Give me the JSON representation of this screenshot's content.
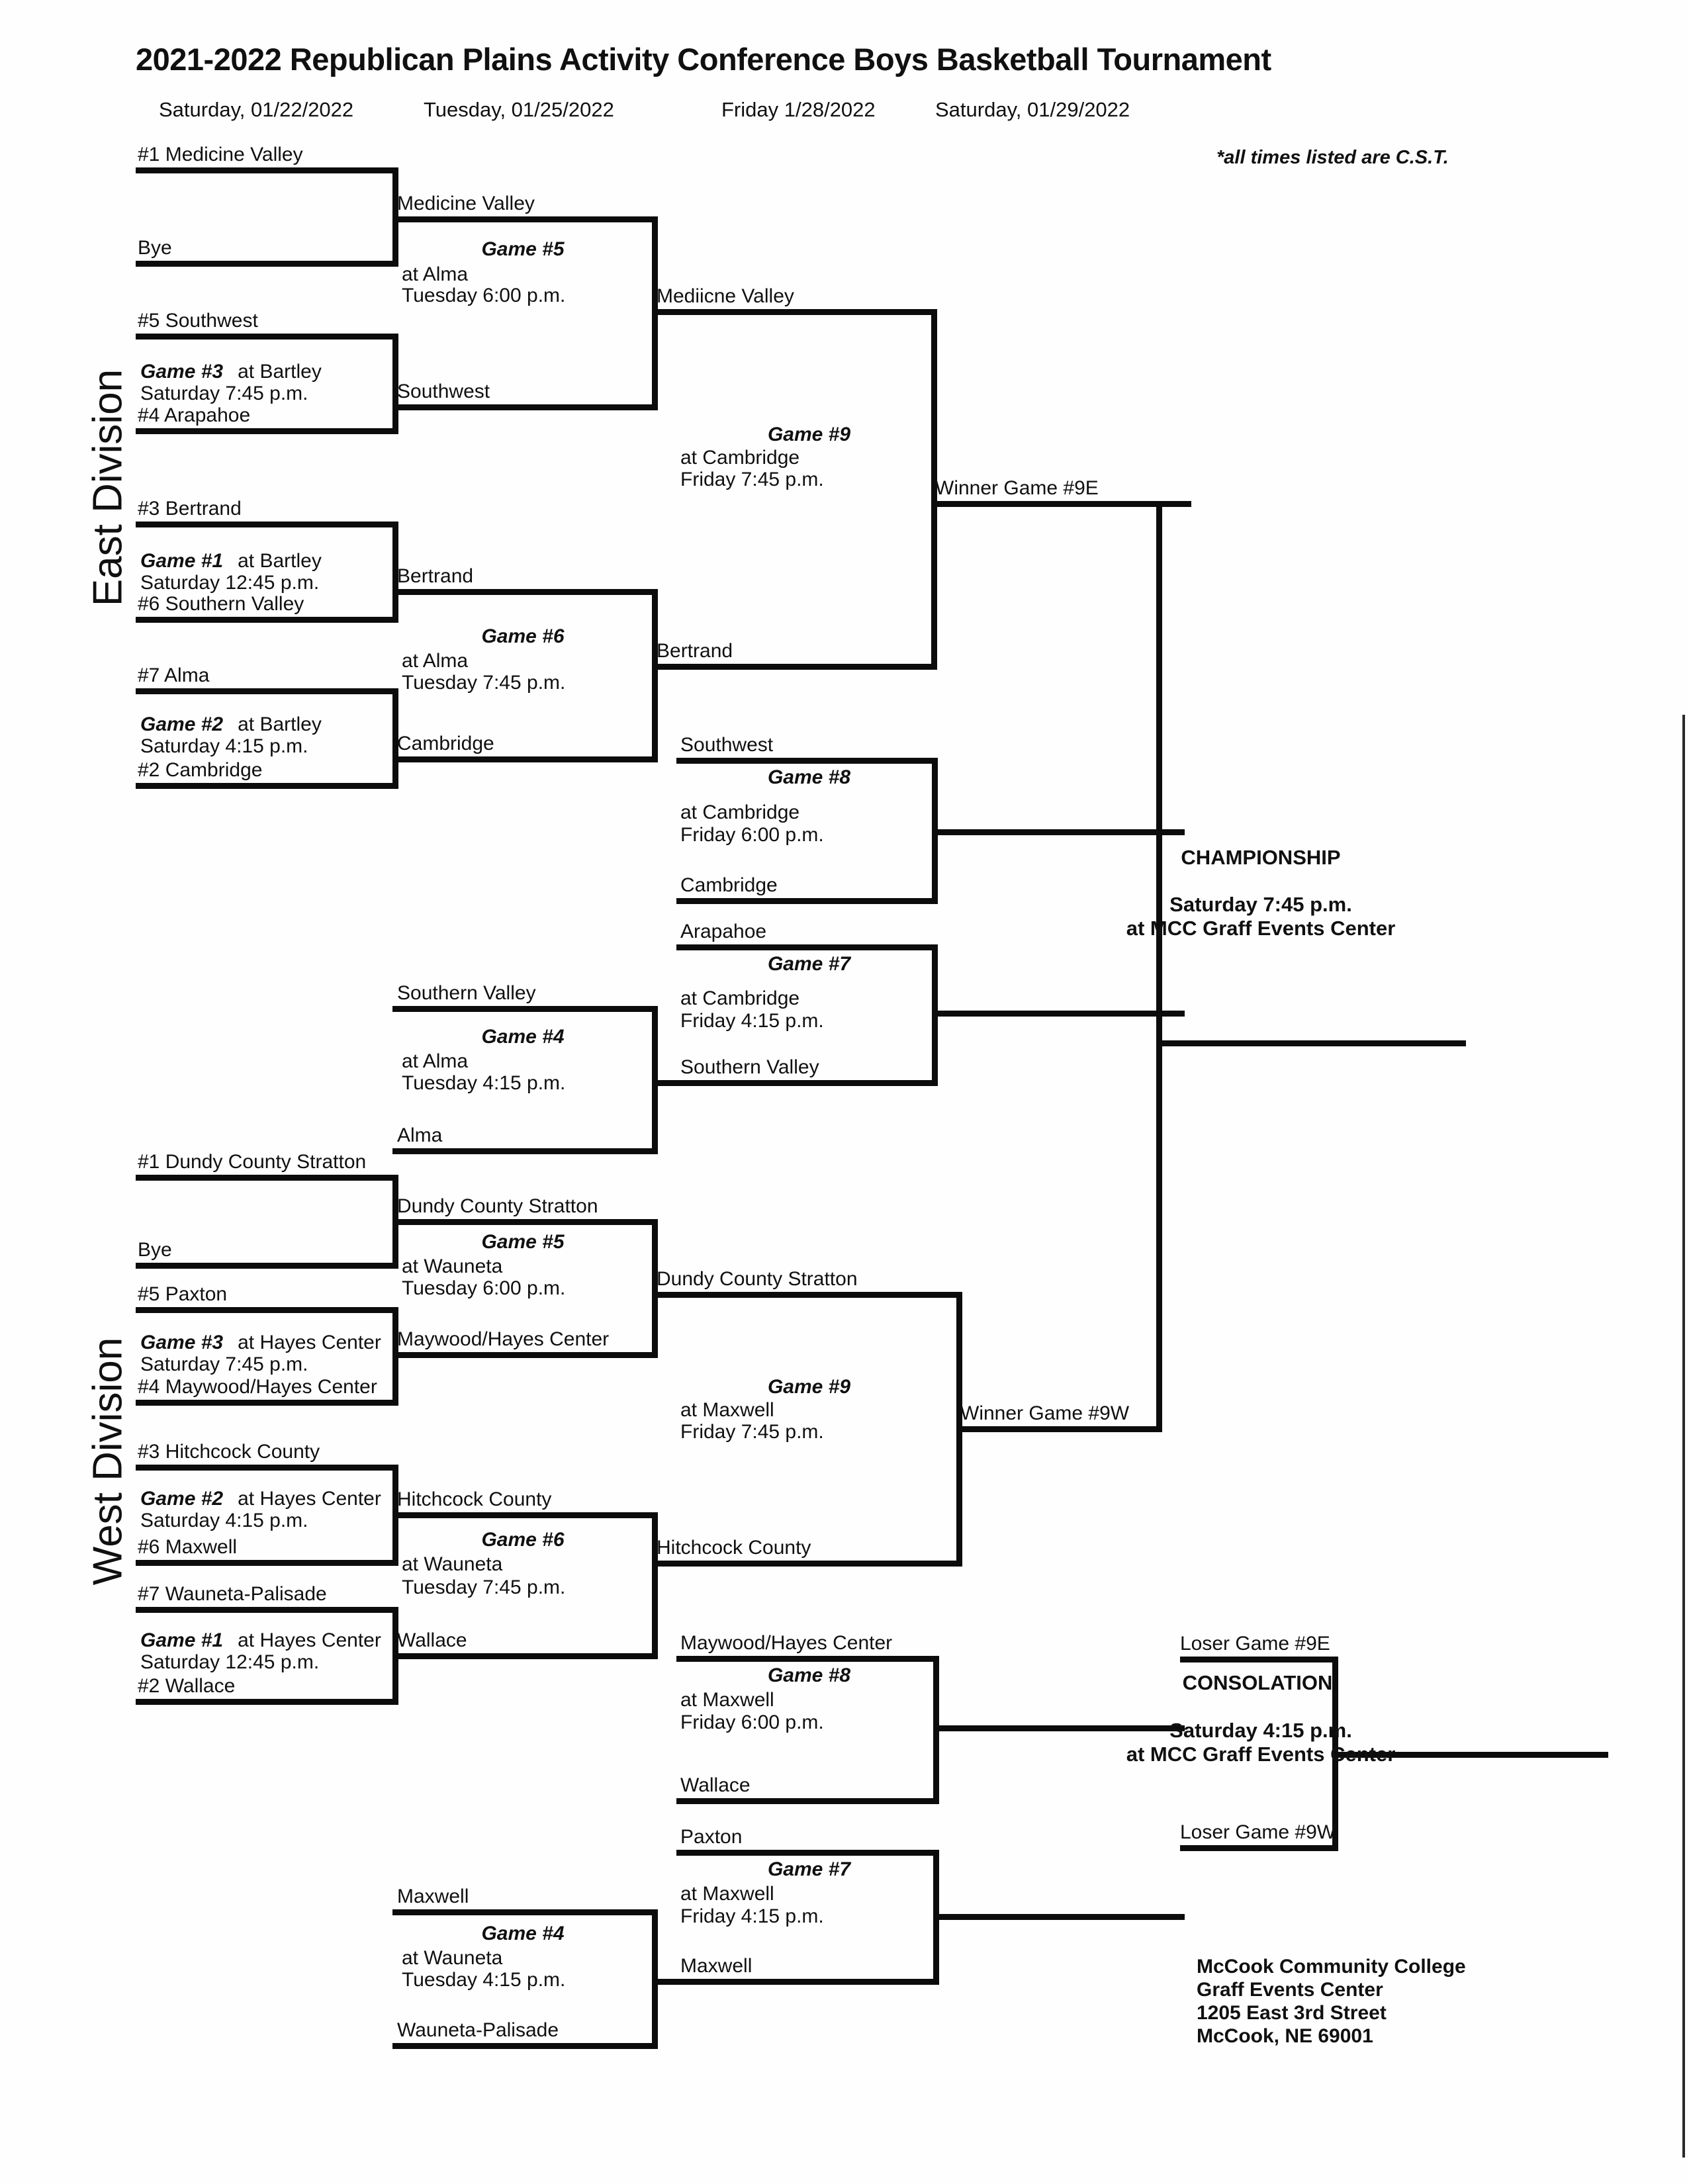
{
  "page": {
    "title": "2021-2022 Republican Plains Activity Conference Boys Basketball Tournament",
    "dates": [
      "Saturday, 01/22/2022",
      "Tuesday, 01/25/2022",
      "Friday 1/28/2022",
      "Saturday, 01/29/2022"
    ],
    "times_note": "*all times listed are C.S.T.",
    "division_east": "East Division",
    "division_west": "West Division"
  },
  "east": {
    "seed1": "#1 Medicine Valley",
    "bye": "Bye",
    "seed5": "#5 Southwest",
    "game3": {
      "title": "Game #3",
      "venue": "at Bartley",
      "time": "Saturday  7:45 p.m."
    },
    "seed4": "#4 Arapahoe",
    "seed3": "#3 Bertrand",
    "game1": {
      "title": "Game #1",
      "venue": "at Bartley",
      "time": "Saturday  12:45 p.m."
    },
    "seed6": "#6 Southern Valley",
    "seed7": "#7 Alma",
    "game2": {
      "title": "Game #2",
      "venue": "at Bartley",
      "time": "Saturday  4:15 p.m."
    },
    "seed2": "#2 Cambridge",
    "adv1": "Medicine Valley",
    "game5": {
      "title": "Game #5",
      "venue": "at Alma",
      "time": "Tuesday  6:00 p.m."
    },
    "adv2": "Southwest",
    "adv3": "Bertrand",
    "game6": {
      "title": "Game #6",
      "venue": "at Alma",
      "time": "Tuesday  7:45 p.m."
    },
    "adv4": "Cambridge",
    "sf_top": "Mediicne Valley",
    "game9": {
      "title": "Game #9",
      "venue": "at Cambridge",
      "time": "Friday  7:45 p.m."
    },
    "sf_bottom": "Bertrand",
    "winner": "Winner Game #9E",
    "game8": {
      "top": "Southwest",
      "title": "Game #8",
      "venue": "at Cambridge",
      "time": "Friday  6:00 p.m.",
      "bottom": "Cambridge"
    },
    "game7": {
      "top": "Arapahoe",
      "title": "Game #7",
      "venue": "at Cambridge",
      "time": "Friday  4:15 p.m.",
      "bottom": "Southern Valley"
    },
    "game4": {
      "top": "Southern Valley",
      "title": "Game #4",
      "venue": "at Alma",
      "time": "Tuesday  4:15 p.m.",
      "bottom": "Alma"
    }
  },
  "west": {
    "seed1": "#1 Dundy County Stratton",
    "bye": "Bye",
    "seed5": "#5 Paxton",
    "game3": {
      "title": "Game #3",
      "venue": "at Hayes Center",
      "time": "Saturday  7:45 p.m."
    },
    "seed4": "#4 Maywood/Hayes Center",
    "seed3": "#3 Hitchcock County",
    "game2": {
      "title": "Game #2",
      "venue": "at Hayes Center",
      "time": "Saturday  4:15 p.m."
    },
    "seed6": "#6 Maxwell",
    "seed7": "#7 Wauneta-Palisade",
    "game1": {
      "title": "Game #1",
      "venue": "at Hayes Center",
      "time": "Saturday  12:45 p.m."
    },
    "seed2": "#2 Wallace",
    "adv1": "Dundy County Stratton",
    "game5": {
      "title": "Game #5",
      "venue": "at Wauneta",
      "time": "Tuesday  6:00 p.m."
    },
    "adv2": "Maywood/Hayes Center",
    "adv3": "Hitchcock County",
    "game6": {
      "title": "Game #6",
      "venue": "at Wauneta",
      "time": "Tuesday  7:45 p.m."
    },
    "adv4": "Wallace",
    "sf_top": "Dundy County Stratton",
    "game9": {
      "title": "Game #9",
      "venue": "at Maxwell",
      "time": "Friday  7:45 p.m."
    },
    "sf_bottom": "Hitchcock County",
    "winner": "Winner Game #9W",
    "game8": {
      "top": "Maywood/Hayes Center",
      "title": "Game #8",
      "venue": "at Maxwell",
      "time": "Friday  6:00 p.m.",
      "bottom": "Wallace"
    },
    "game7": {
      "top": "Paxton",
      "title": "Game #7",
      "venue": "at Maxwell",
      "time": "Friday  4:15 p.m.",
      "bottom": "Maxwell"
    },
    "game4": {
      "top": "Maxwell",
      "title": "Game #4",
      "venue": "at Wauneta",
      "time": "Tuesday  4:15 p.m.",
      "bottom": "Wauneta-Palisade"
    }
  },
  "finals": {
    "championship": {
      "label": "CHAMPIONSHIP",
      "time": "Saturday  7:45 p.m.",
      "venue": "at MCC Graff Events Center"
    },
    "consolation": {
      "loser_east": "Loser Game #9E",
      "label": "CONSOLATION",
      "time": "Saturday  4:15 p.m.",
      "venue": "at MCC Graff Events Center",
      "loser_west": "Loser Game #9W"
    }
  },
  "venue_info": {
    "line1": "McCook Community College",
    "line2": "Graff Events Center",
    "line3": "1205 East 3rd Street",
    "line4": "McCook, NE  69001"
  }
}
